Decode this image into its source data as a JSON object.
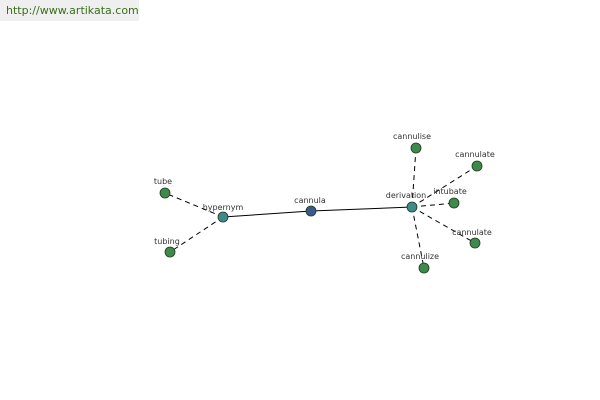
{
  "banner": {
    "url_text": "http://www.artikata.com",
    "url_color": "#3a6e1c"
  },
  "colors": {
    "center_node": "#3a5a8c",
    "relation_node": "#3f8a8a",
    "word_node": "#3f8a4a",
    "node_stroke": "#1e3a1e",
    "edge": "#000000"
  },
  "graph": {
    "center": "cannula",
    "relations": [
      {
        "label": "hypernym",
        "words": [
          "tube",
          "tubing"
        ]
      },
      {
        "label": "derivation",
        "words": [
          "cannulise",
          "cannulate",
          "intubate",
          "cannulate",
          "cannulize"
        ]
      }
    ]
  }
}
